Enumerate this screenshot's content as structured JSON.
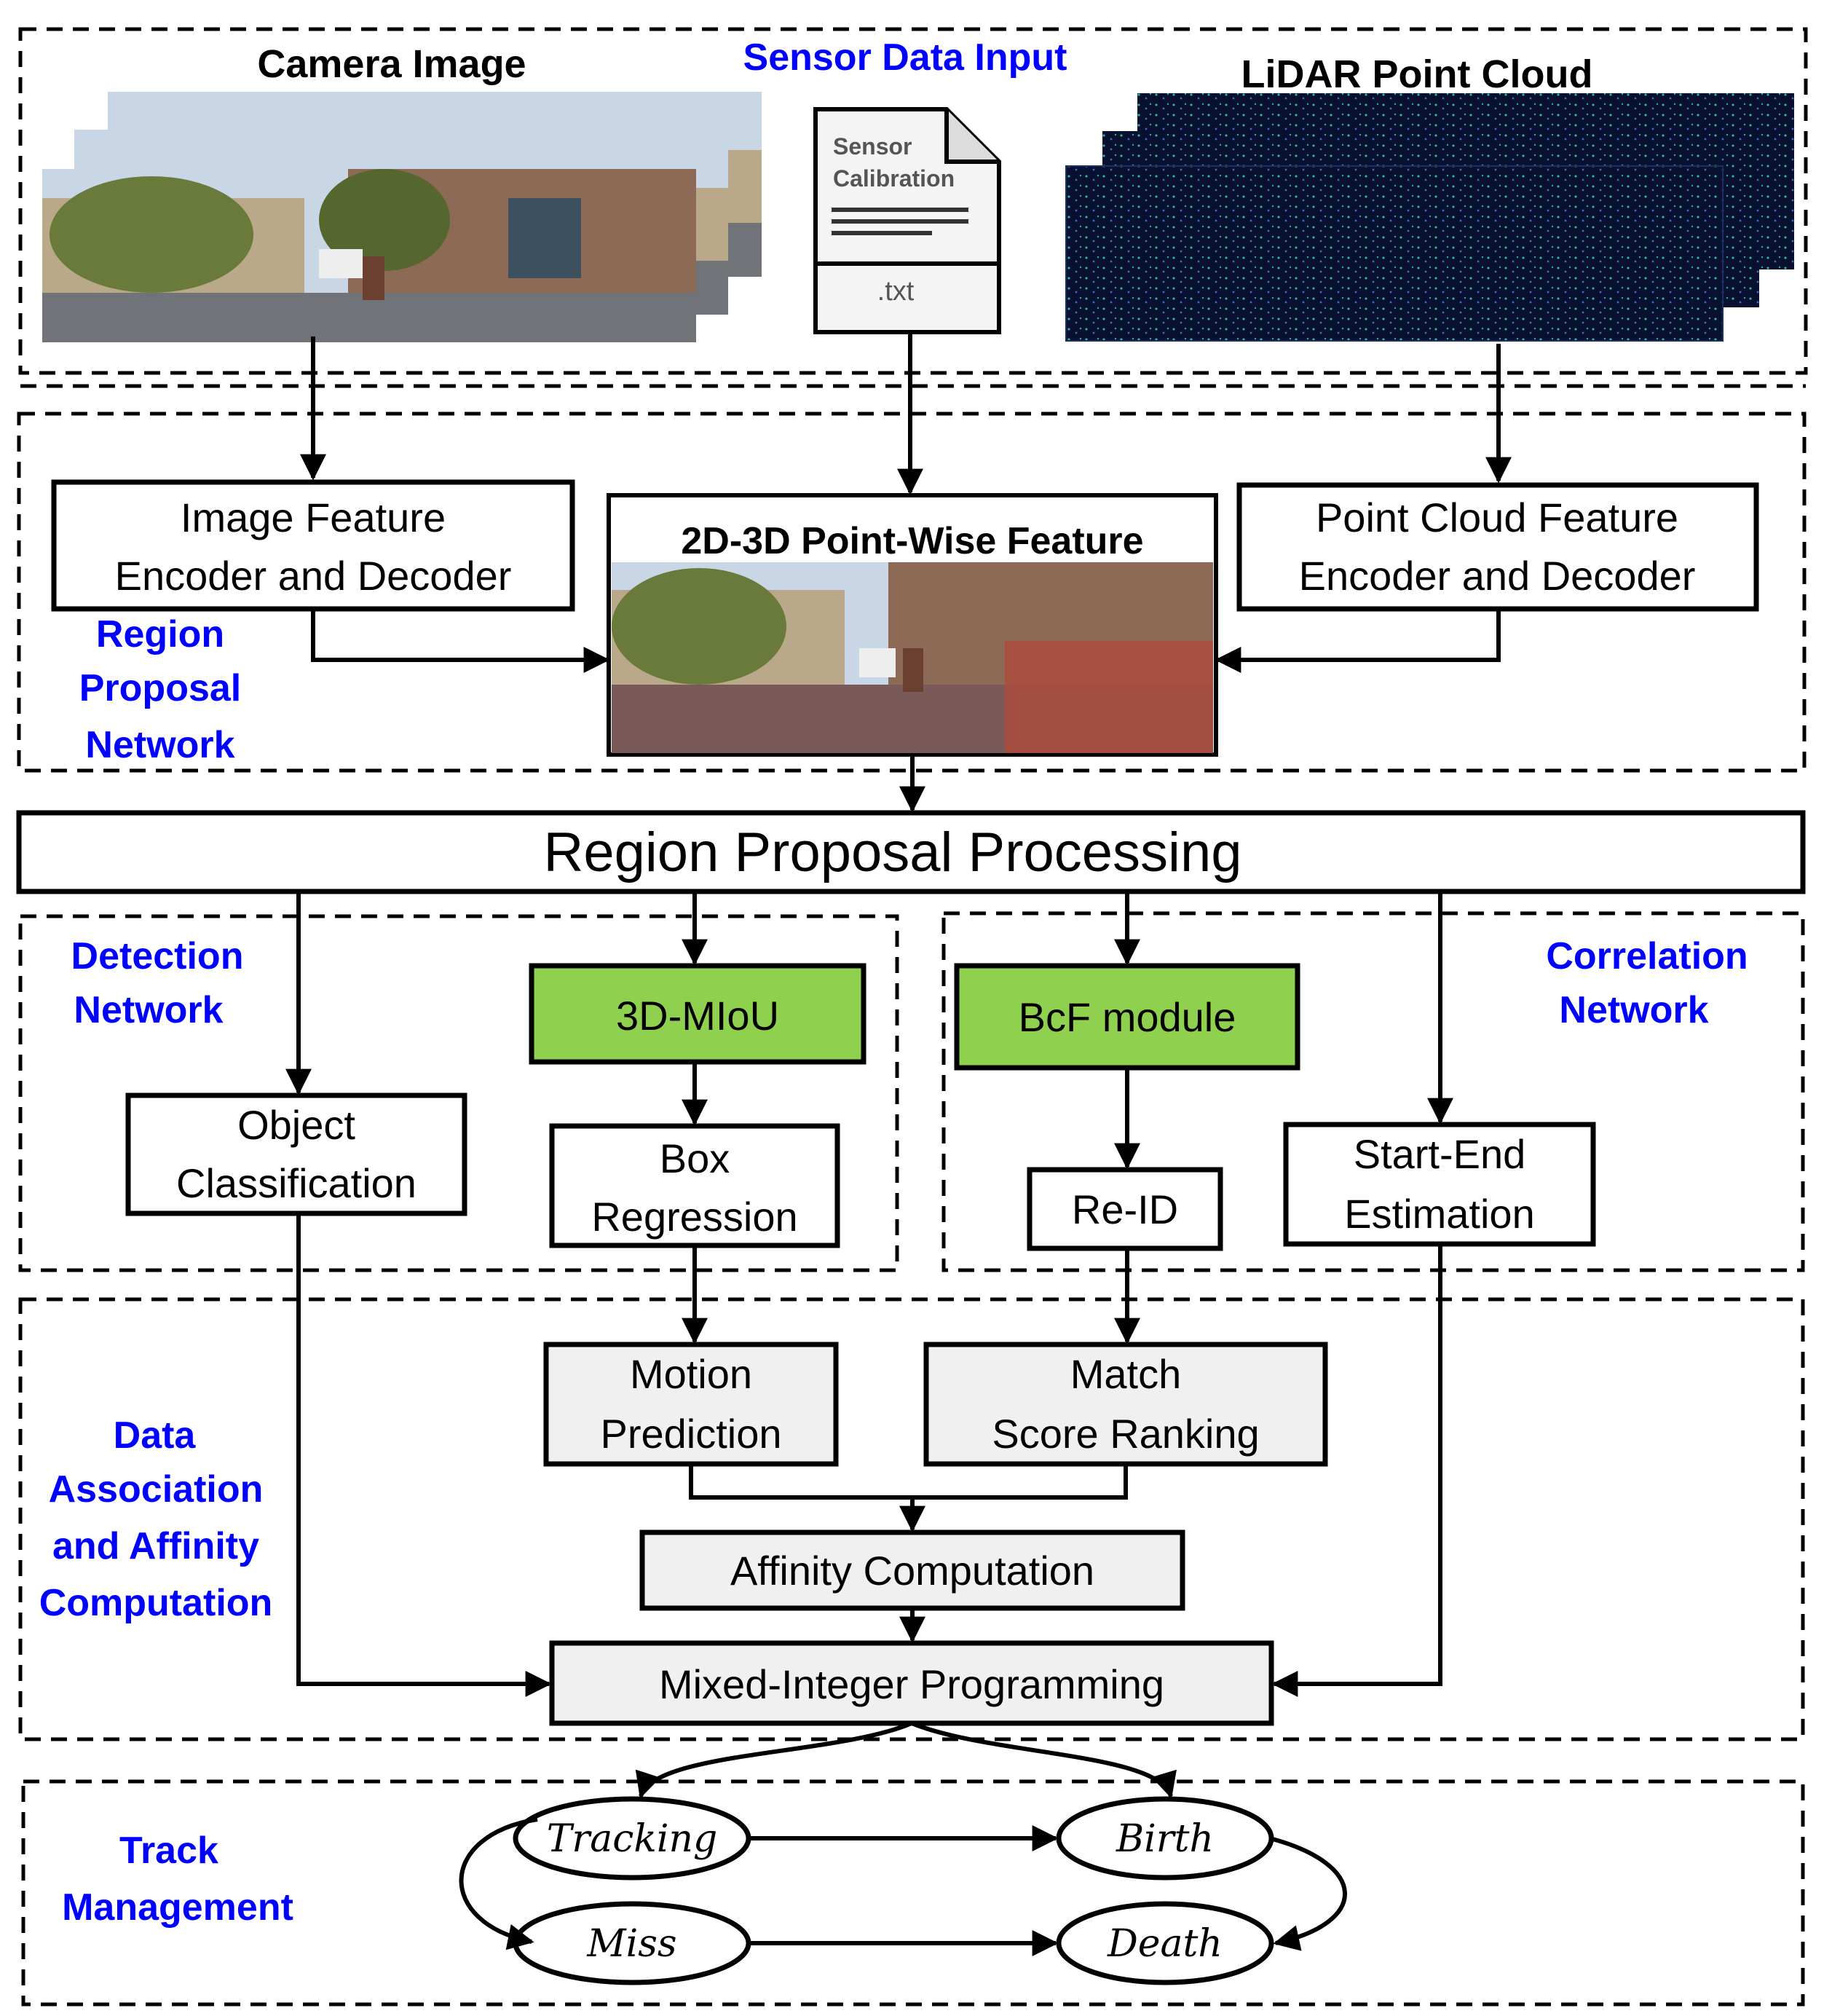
{
  "colors": {
    "section_label": "#0000ff",
    "ink": "#000000",
    "highlight_green": "#8fd14f",
    "grey_box": "#f0f0f0",
    "photo_sky": "#c8d6e6",
    "photo_building": "#b9a98a",
    "photo_road": "#707478",
    "photo_tree": "#6a7a3a",
    "lidar_bg": "#0a1030",
    "lidar_dots": "#2bb0a0",
    "fusion_red": "#b24a3a"
  },
  "sensor_input": {
    "section_label": "Sensor Data Input",
    "camera_label": "Camera Image",
    "lidar_label": "LiDAR Point Cloud",
    "calibration_line1": "Sensor",
    "calibration_line2": "Calibration",
    "calibration_ext": ".txt"
  },
  "rpn": {
    "section_label": [
      "Region",
      "Proposal",
      "Network"
    ],
    "image_encoder": [
      "Image Feature",
      "Encoder and Decoder"
    ],
    "point_encoder": [
      "Point Cloud Feature",
      "Encoder and Decoder"
    ],
    "fusion_title": "2D-3D Point-Wise Feature"
  },
  "region_proposal_processing": "Region Proposal Processing",
  "detection": {
    "section_label": [
      "Detection",
      "Network"
    ],
    "object_classification": [
      "Object",
      "Classification"
    ],
    "miou": "3D-MIoU",
    "box_regression": [
      "Box",
      "Regression"
    ]
  },
  "correlation": {
    "section_label": [
      "Correlation",
      "Network"
    ],
    "bcf": "BcF module",
    "reid": "Re-ID",
    "start_end": [
      "Start-End",
      "Estimation"
    ]
  },
  "association": {
    "section_label": [
      "Data",
      "Association",
      "and Affinity",
      "Computation"
    ],
    "motion_prediction": [
      "Motion",
      "Prediction"
    ],
    "match_score": [
      "Match",
      "Score Ranking"
    ],
    "affinity": "Affinity Computation",
    "mip": "Mixed-Integer Programming"
  },
  "track_management": {
    "section_label": [
      "Track",
      "Management"
    ],
    "tracking": "Tracking",
    "birth": "Birth",
    "miss": "Miss",
    "death": "Death"
  }
}
